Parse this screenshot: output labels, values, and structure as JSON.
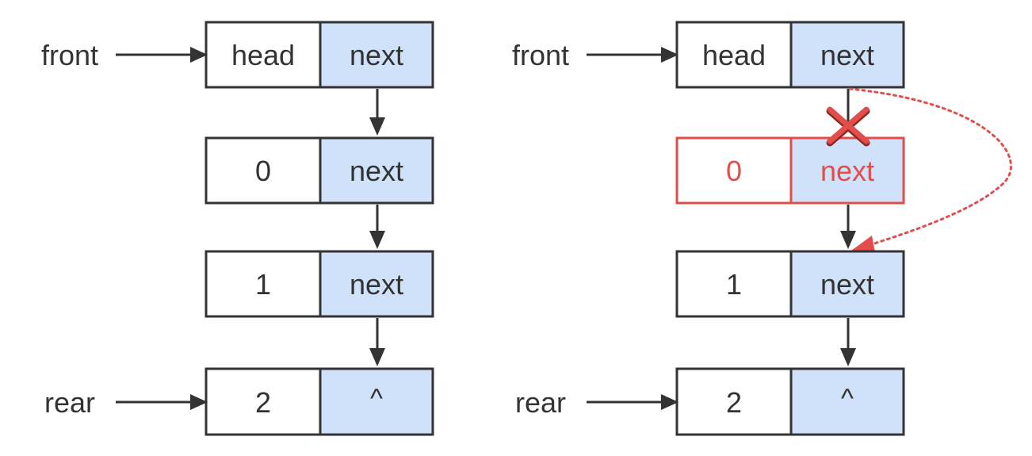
{
  "colors": {
    "stroke": "#333333",
    "text": "#333333",
    "pointer_fill": "#cfe2fa",
    "node_fill": "#ffffff",
    "removed": "#e34d4b"
  },
  "left_diagram": {
    "labels": {
      "front": "front",
      "rear": "rear"
    },
    "nodes": [
      {
        "data": "head",
        "pointer": "next"
      },
      {
        "data": "0",
        "pointer": "next"
      },
      {
        "data": "1",
        "pointer": "next"
      },
      {
        "data": "2",
        "pointer": "^"
      }
    ]
  },
  "right_diagram": {
    "labels": {
      "front": "front",
      "rear": "rear"
    },
    "nodes": [
      {
        "data": "head",
        "pointer": "next"
      },
      {
        "data": "0",
        "pointer": "next",
        "removed": true
      },
      {
        "data": "1",
        "pointer": "next"
      },
      {
        "data": "2",
        "pointer": "^"
      }
    ],
    "cut_link_icon": "cross-icon",
    "bypass_link": {
      "from_node": 0,
      "to_node": 2,
      "style": "dotted"
    }
  }
}
